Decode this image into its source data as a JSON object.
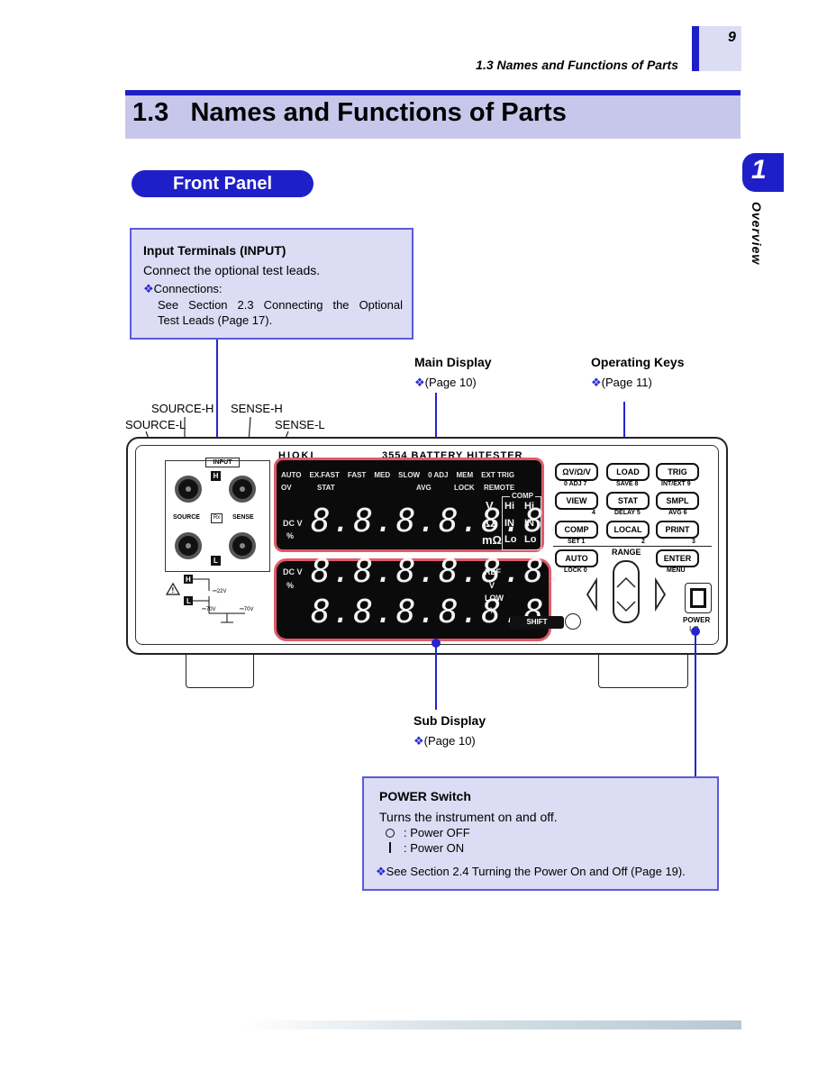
{
  "header": {
    "page_number": "9",
    "running_head": "1.3  Names and Functions of Parts"
  },
  "section": {
    "title": "1.3   Names and Functions of Parts"
  },
  "chapter_tab": {
    "number": "1",
    "name": "Overview"
  },
  "front_panel_label": "Front Panel",
  "callouts": {
    "input": {
      "title": "Input Terminals (INPUT)",
      "text": "Connect the optional test leads.",
      "bullet": "Connections:",
      "ref_line1": "See Section 2.3 Connecting the Optional",
      "ref_line2": "Test Leads (Page 17)."
    },
    "main_display": {
      "title": "Main Display",
      "ref": "(Page 10)"
    },
    "operating_keys": {
      "title": "Operating Keys",
      "ref": "(Page 11)"
    },
    "sub_display": {
      "title": "Sub Display",
      "ref": "(Page 10)"
    },
    "power": {
      "title": "POWER Switch",
      "text": "Turns the instrument on and off.",
      "off": ": Power OFF",
      "on": ": Power ON",
      "ref": "See Section 2.4 Turning the Power On and Off (Page 19)."
    }
  },
  "terminal_labels": {
    "source_h": "SOURCE-H",
    "sense_h": "SENSE-H",
    "source_l": "SOURCE-L",
    "sense_l": "SENSE-L"
  },
  "instrument": {
    "brand": "HIOKI",
    "model": "3554 BATTERY HITESTER",
    "input_tag": "INPUT",
    "source": "SOURCE",
    "sense": "SENSE",
    "main_digits": "8.8.8.8.8.8.",
    "sub_digits_1": "8.8.8.8.8.8.",
    "sub_digits_2": "8.8.8.8.8.8.",
    "annunciators_row1": [
      "AUTO",
      "EX.FAST",
      "FAST",
      "MED",
      "SLOW",
      "0 ADJ",
      "MEM",
      "EXT TRIG"
    ],
    "annunciators_row2": [
      "OV",
      "STAT",
      "AVG",
      "LOCK",
      "REMOTE"
    ],
    "dcv": "DC V",
    "percent": "%",
    "comp": "COMP",
    "units": [
      "V",
      "Ω",
      "mΩ"
    ],
    "comp_labels": [
      "Hi",
      "Hi",
      "IN",
      "IN",
      "Lo",
      "Lo"
    ],
    "sub_labels": [
      "REF",
      "V",
      "LOW",
      "%"
    ],
    "shift": "SHIFT",
    "range": "RANGE",
    "power_label": "POWER",
    "keys": [
      {
        "label": "ΩV/Ω/V",
        "sub": "0 ADJ  7"
      },
      {
        "label": "LOAD",
        "sub": "SAVE  8"
      },
      {
        "label": "TRIG",
        "sub": "INT/EXT  9"
      },
      {
        "label": "VIEW",
        "sub": "4"
      },
      {
        "label": "STAT",
        "sub": "DELAY  5"
      },
      {
        "label": "SMPL",
        "sub": "AVG  6"
      },
      {
        "label": "COMP",
        "sub": "SET  1"
      },
      {
        "label": "LOCAL",
        "sub": "2"
      },
      {
        "label": "PRINT",
        "sub": "3"
      },
      {
        "label": "AUTO",
        "sub": "LOCK  0"
      },
      {
        "label": "ENTER",
        "sub": "MENU"
      }
    ]
  },
  "colors": {
    "accent_blue": "#1f1fc8",
    "light_band": "#c7c7ec",
    "callout_bg": "#dcdcf4",
    "highlight_red": "#e05a6a"
  }
}
